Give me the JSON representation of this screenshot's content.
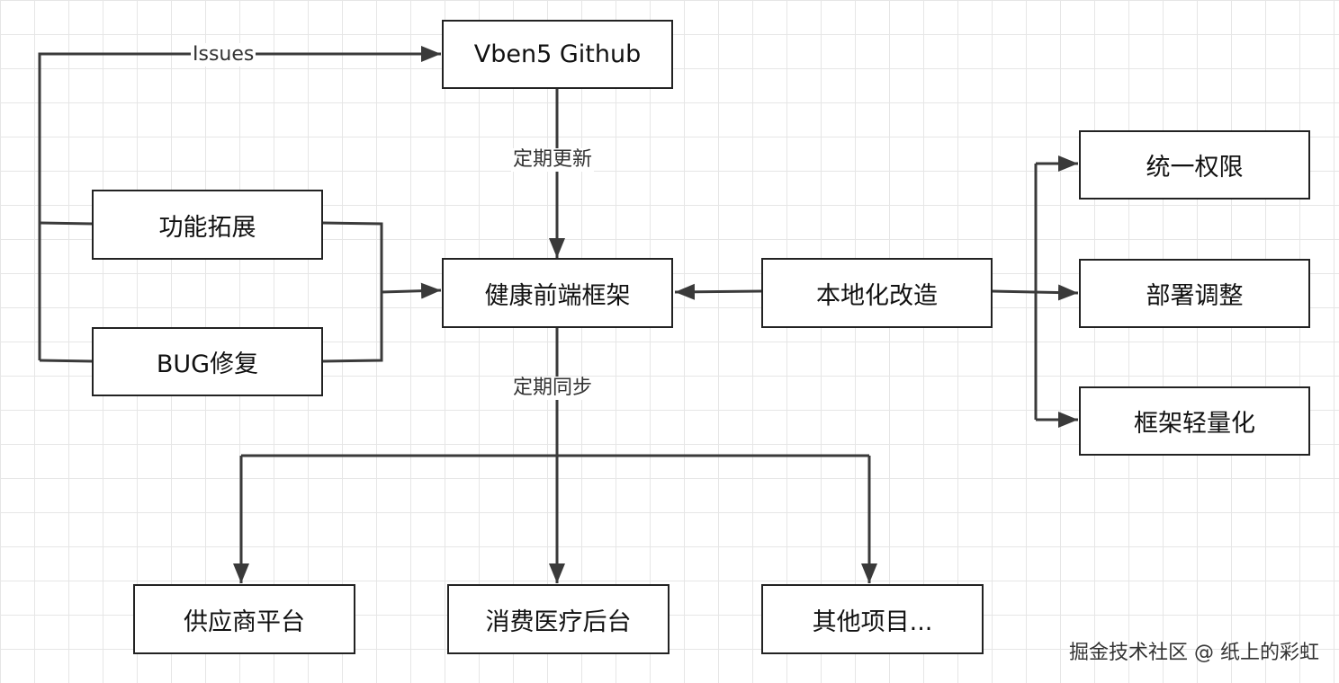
{
  "nodes": {
    "vben5_github": "Vben5 Github",
    "feature_ext": "功能拓展",
    "bug_fix": "BUG修复",
    "health_framework": "健康前端框架",
    "localization": "本地化改造",
    "unified_permission": "统一权限",
    "deploy_adjust": "部署调整",
    "framework_lite": "框架轻量化",
    "supplier_platform": "供应商平台",
    "consumer_medical_admin": "消费医疗后台",
    "other_projects": "其他项目..."
  },
  "edge_labels": {
    "issues": "Issues",
    "periodic_update": "定期更新",
    "periodic_sync": "定期同步"
  },
  "watermark": "掘金技术社区 @ 纸上的彩虹",
  "colors": {
    "line": "#3a3a3a",
    "border": "#222222",
    "grid": "#e6e6e6"
  }
}
